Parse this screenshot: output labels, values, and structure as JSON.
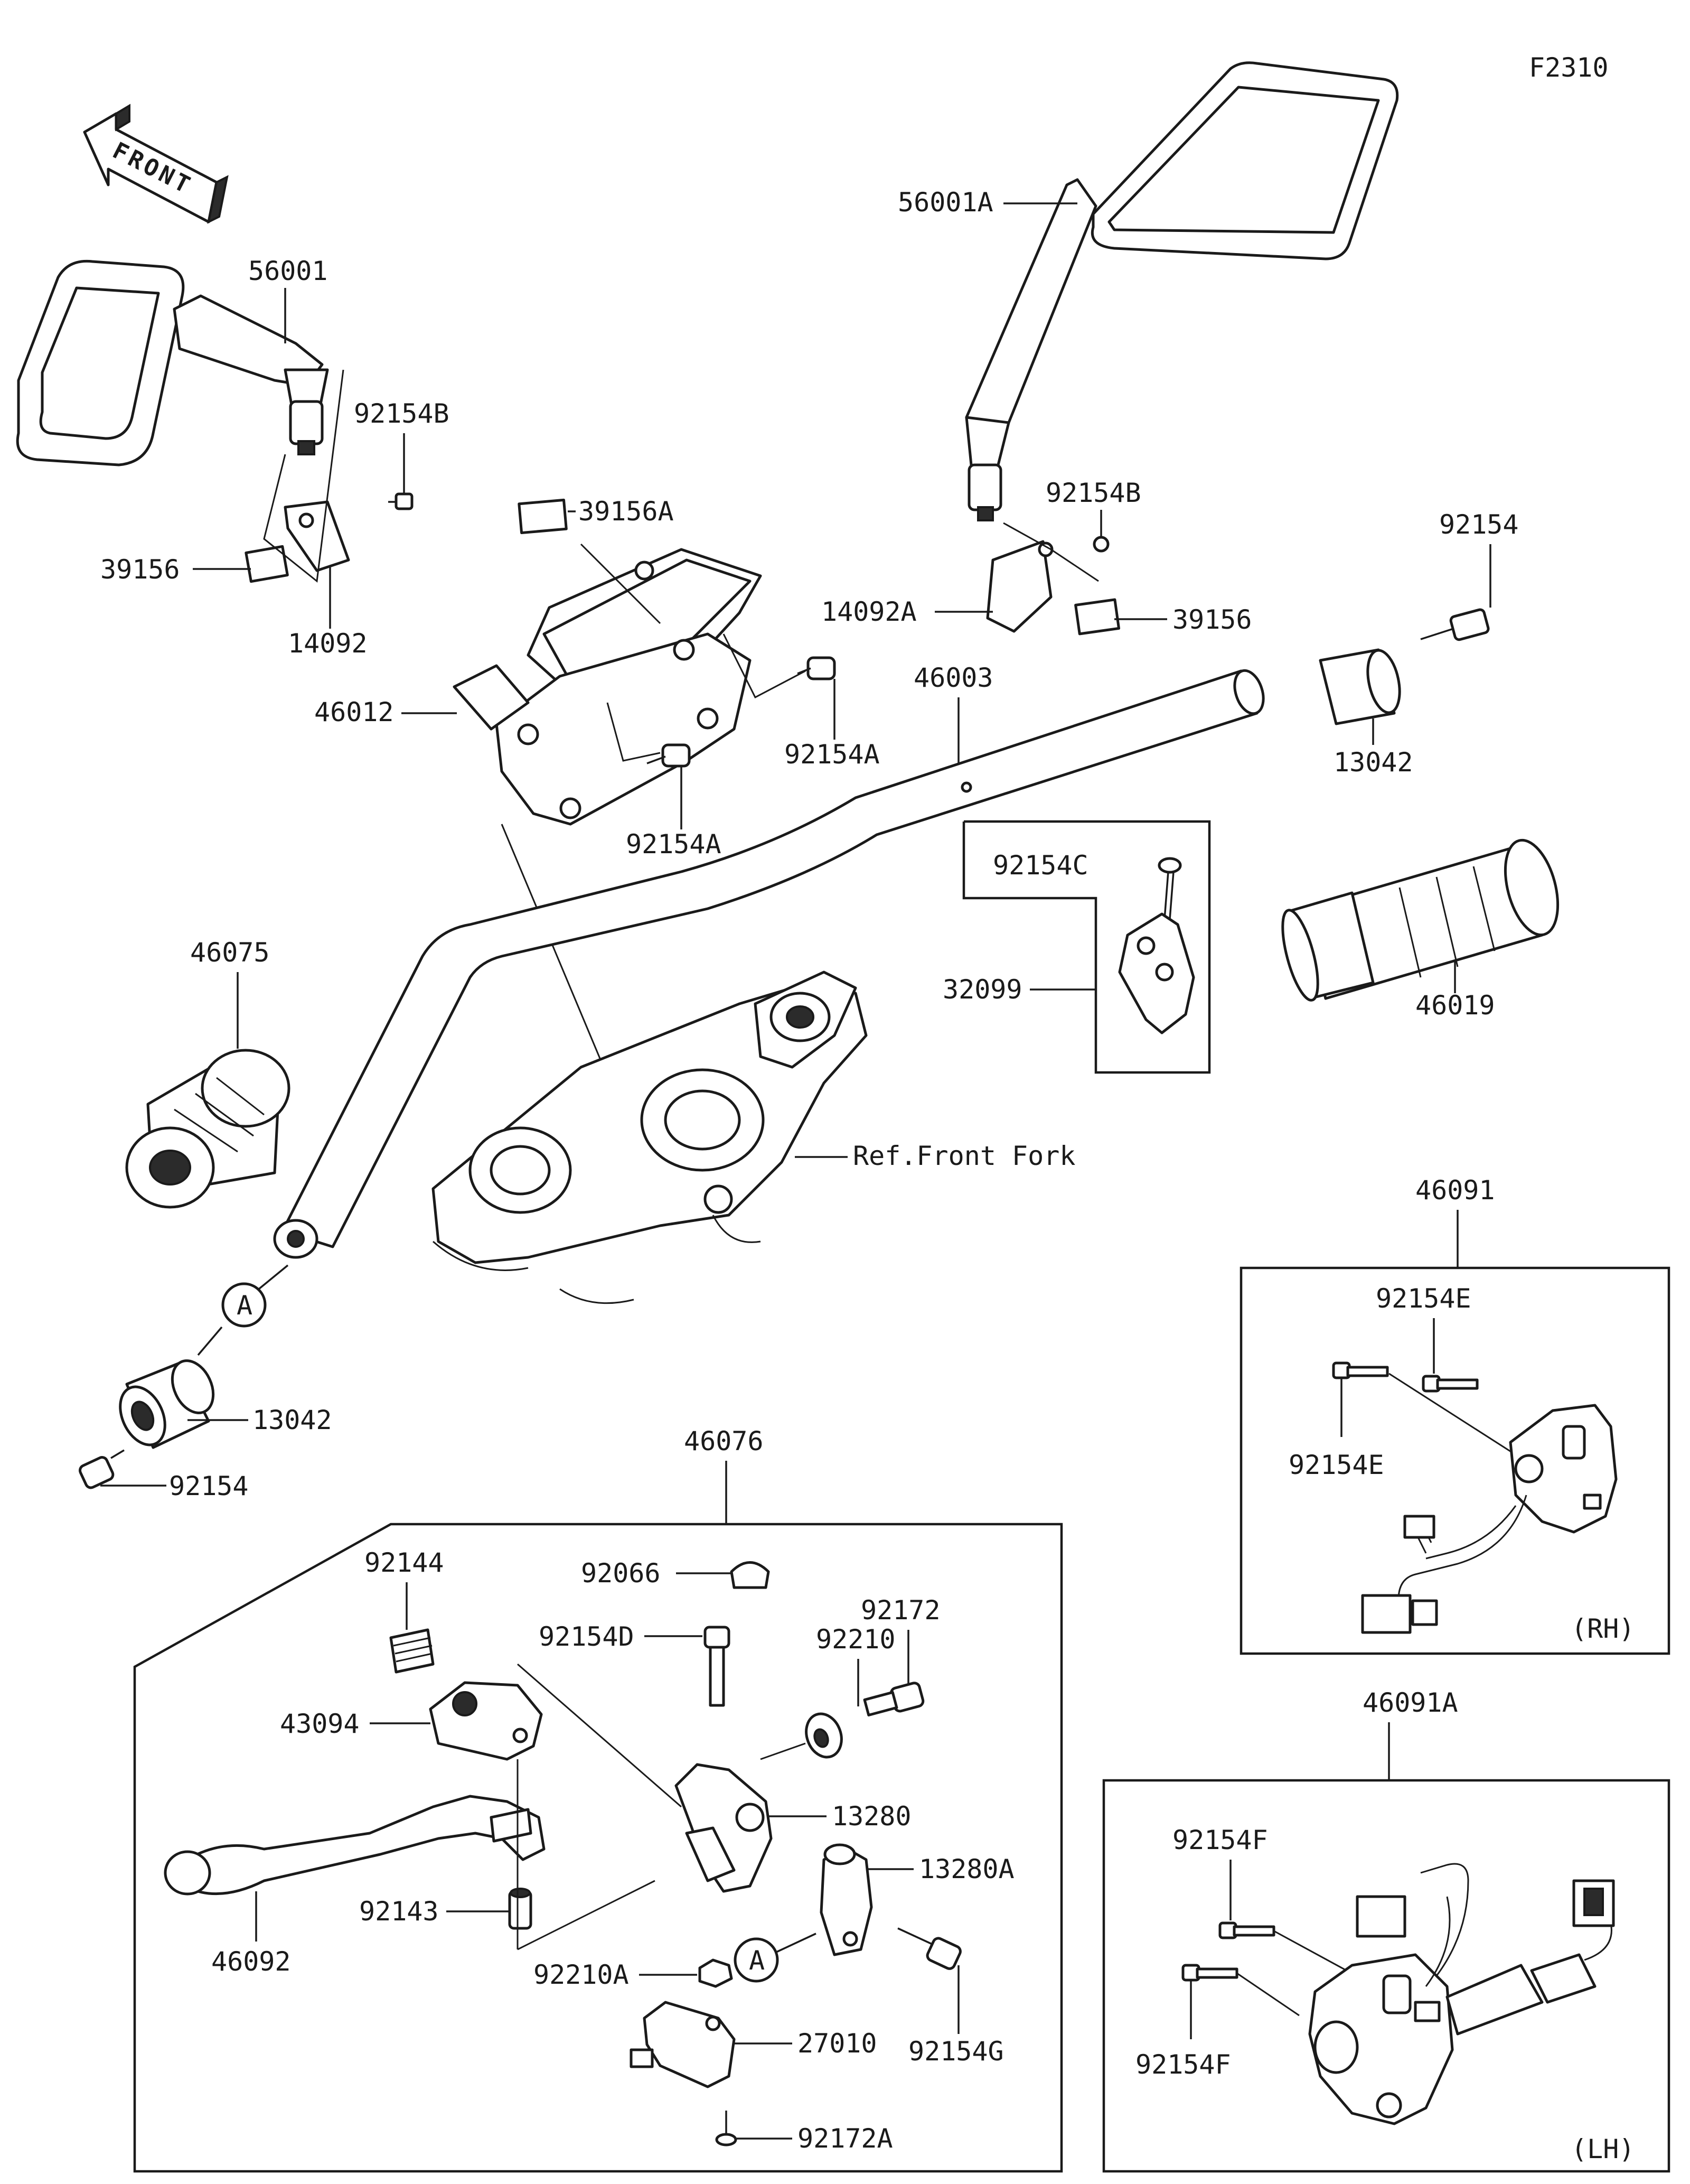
{
  "diagram_code": "F2310",
  "front_arrow_text": "FRONT",
  "labels": {
    "p56001": "56001",
    "p92154B_l": "92154B",
    "p39156_l": "39156",
    "p14092": "14092",
    "p39156A": "39156A",
    "p46012": "46012",
    "p92154A_1": "92154A",
    "p92154A_2": "92154A",
    "p56001A": "56001A",
    "p92154B_r": "92154B",
    "p14092A": "14092A",
    "p39156_r": "39156",
    "p46003": "46003",
    "p92154_r": "92154",
    "p13042_r": "13042",
    "p92154C": "92154C",
    "p32099": "32099",
    "p46019": "46019",
    "p46075": "46075",
    "ref_front_fork": "Ref.Front Fork",
    "p13042_l": "13042",
    "p92154_l": "92154",
    "p46076": "46076",
    "p92144": "92144",
    "p92066": "92066",
    "p92154D": "92154D",
    "p92210": "92210",
    "p92172": "92172",
    "p43094": "43094",
    "p13280": "13280",
    "p13280A": "13280A",
    "p92143": "92143",
    "p46092": "46092",
    "p92210A": "92210A",
    "p92154G": "92154G",
    "p27010": "27010",
    "p92172A": "92172A",
    "p46091": "46091",
    "p92154E_1": "92154E",
    "p92154E_2": "92154E",
    "rh": "(RH)",
    "p46091A": "46091A",
    "p92154F_1": "92154F",
    "p92154F_2": "92154F",
    "lh": "(LH)",
    "ref_a_1": "A",
    "ref_a_2": "A"
  }
}
